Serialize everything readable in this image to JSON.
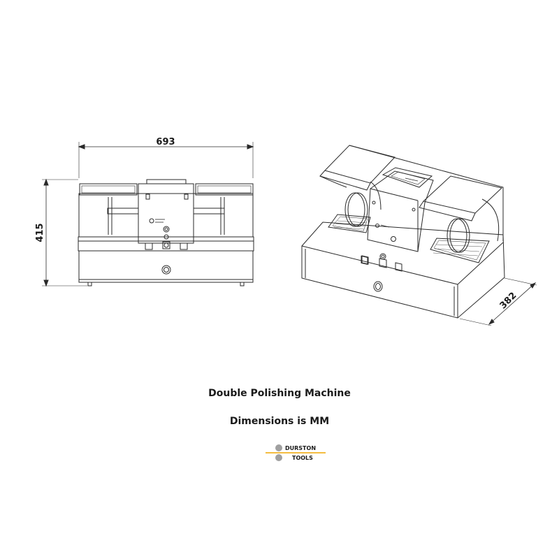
{
  "caption": {
    "title": "Double Polishing Machine",
    "units_note": "Dimensions is MM"
  },
  "dimensions": {
    "width": "693",
    "height": "415",
    "depth": "382"
  },
  "logo": {
    "line1": "DURSTON",
    "line2": "TOOLS",
    "accent_color": "#f0a500",
    "dot_color": "#a0a0a0"
  }
}
